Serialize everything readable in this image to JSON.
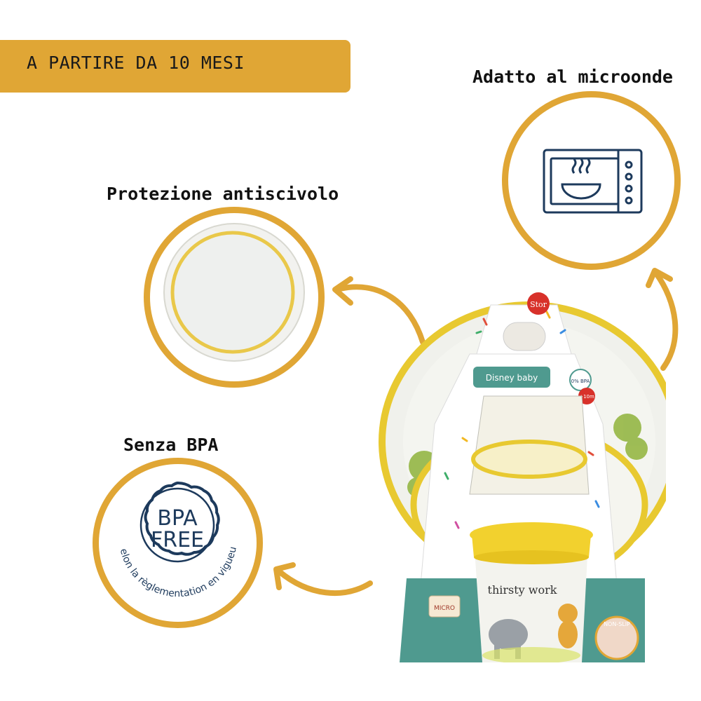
{
  "banner": {
    "text": "A PARTIRE DA 10 MESI"
  },
  "features": {
    "microwave": {
      "label": "Adatto al microonde"
    },
    "nonslip": {
      "label": "Protezione antiscivolo"
    },
    "bpa": {
      "label": "Senza BPA",
      "badge_line1": "BPA",
      "badge_line2": "FREE",
      "arc_text": "Selon la règlementation en vigueur"
    }
  },
  "package": {
    "brand_logo": "Stor",
    "brand_line": "Disney baby",
    "badge_bpa": "0% BPA",
    "badge_age": "+10m",
    "cup_text": "thirsty work",
    "tag_micro": "MICRO",
    "tag_nonslip": "NON-SLIP"
  },
  "colors": {
    "accent": "#e0a635",
    "navy": "#1d3a5c",
    "teal": "#4f9a8f",
    "yellow": "#f2d12e"
  }
}
